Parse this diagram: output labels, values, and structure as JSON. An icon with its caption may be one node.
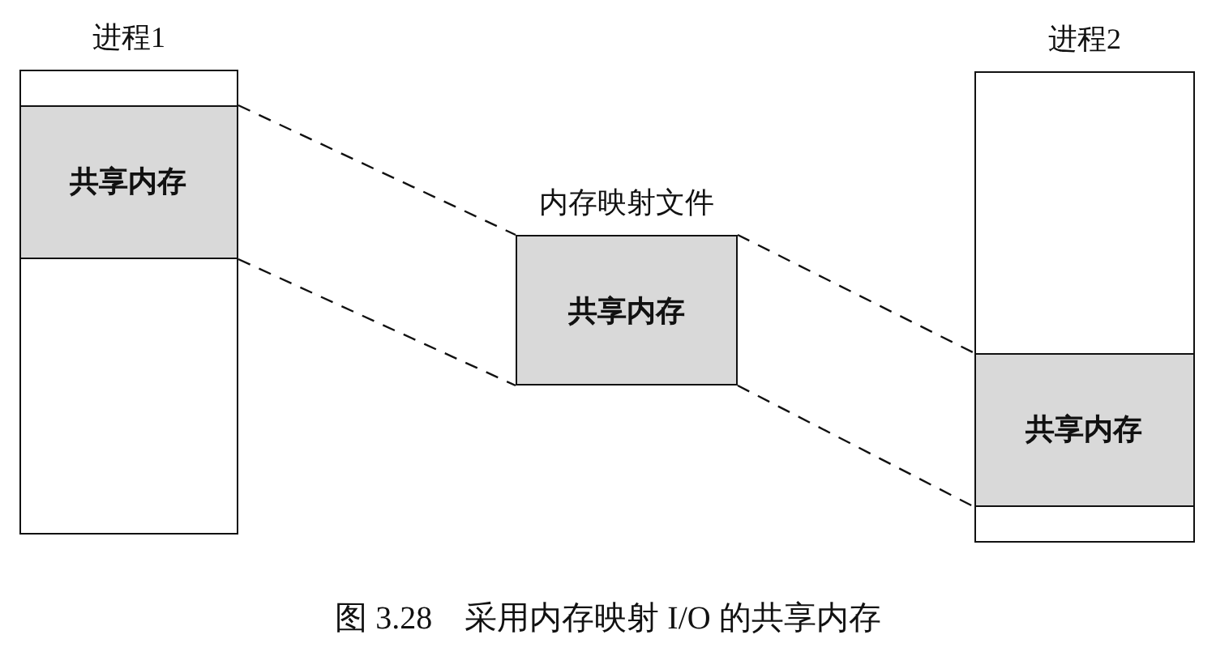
{
  "diagram": {
    "caption": "图 3.28　采用内存映射 I/O 的共享内存",
    "nodes": [
      {
        "text": [
          "进程1"
        ]
      },
      {
        "text": [
          "共享内存"
        ],
        "in": 0
      },
      {
        "text": [
          "内存映射文件",
          "共享内存"
        ]
      },
      {
        "text": [
          "进程2"
        ]
      },
      {
        "text": [
          "共享内存"
        ],
        "in": 3
      }
    ],
    "edges": [
      {
        "from": 1,
        "to": 2,
        "arrow": "none",
        "style": "dashed"
      },
      {
        "from": 1,
        "to": 2,
        "arrow": "none",
        "style": "dashed"
      },
      {
        "from": 2,
        "to": 4,
        "arrow": "none",
        "style": "dashed"
      },
      {
        "from": 2,
        "to": 4,
        "arrow": "none",
        "style": "dashed"
      }
    ]
  }
}
